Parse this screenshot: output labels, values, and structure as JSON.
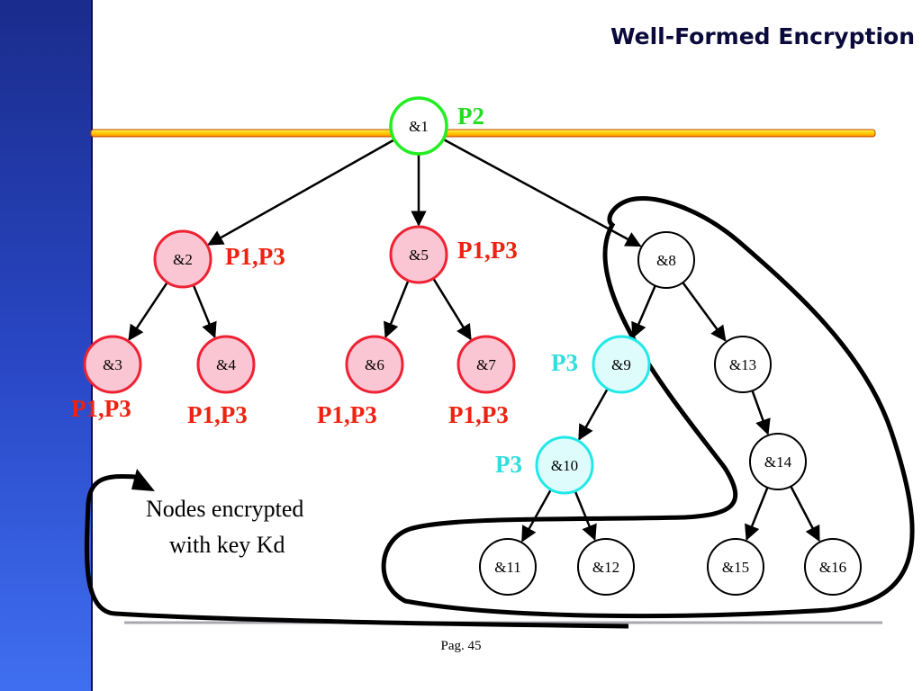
{
  "slide": {
    "title": "Well-Formed Encryption",
    "footer": "Pag. 45"
  },
  "colors": {
    "sidebar": "#2a49c8",
    "p2_label": "#22dd22",
    "p1p3_label": "#ee2211",
    "p3_label": "#33dddd",
    "red_node_fill": "#fbc6d4",
    "red_node_stroke": "#ee2233",
    "cyan_node_fill": "#dffcfc",
    "cyan_node_stroke": "#22e8e8",
    "green_node_stroke": "#22ee22"
  },
  "diagram": {
    "nodes": [
      {
        "id": "n1",
        "label": "&1",
        "style": "green"
      },
      {
        "id": "n2",
        "label": "&2",
        "style": "red"
      },
      {
        "id": "n3",
        "label": "&3",
        "style": "red"
      },
      {
        "id": "n4",
        "label": "&4",
        "style": "red"
      },
      {
        "id": "n5",
        "label": "&5",
        "style": "red"
      },
      {
        "id": "n6",
        "label": "&6",
        "style": "red"
      },
      {
        "id": "n7",
        "label": "&7",
        "style": "red"
      },
      {
        "id": "n8",
        "label": "&8",
        "style": "plain"
      },
      {
        "id": "n9",
        "label": "&9",
        "style": "cyan"
      },
      {
        "id": "n10",
        "label": "&10",
        "style": "cyan"
      },
      {
        "id": "n11",
        "label": "&11",
        "style": "plain"
      },
      {
        "id": "n12",
        "label": "&12",
        "style": "plain"
      },
      {
        "id": "n13",
        "label": "&13",
        "style": "plain"
      },
      {
        "id": "n14",
        "label": "&14",
        "style": "plain"
      },
      {
        "id": "n15",
        "label": "&15",
        "style": "plain"
      },
      {
        "id": "n16",
        "label": "&16",
        "style": "plain"
      }
    ],
    "edges": [
      [
        "n1",
        "n2"
      ],
      [
        "n1",
        "n5"
      ],
      [
        "n1",
        "n8"
      ],
      [
        "n2",
        "n3"
      ],
      [
        "n2",
        "n4"
      ],
      [
        "n5",
        "n6"
      ],
      [
        "n5",
        "n7"
      ],
      [
        "n8",
        "n9"
      ],
      [
        "n8",
        "n13"
      ],
      [
        "n9",
        "n10"
      ],
      [
        "n10",
        "n11"
      ],
      [
        "n10",
        "n12"
      ],
      [
        "n13",
        "n14"
      ],
      [
        "n14",
        "n15"
      ],
      [
        "n14",
        "n16"
      ]
    ],
    "permission_labels": [
      {
        "id": "perm-n1",
        "text": "P2",
        "color_key": "p2_label"
      },
      {
        "id": "perm-n2",
        "text": "P1,P3",
        "color_key": "p1p3_label"
      },
      {
        "id": "perm-n5",
        "text": "P1,P3",
        "color_key": "p1p3_label"
      },
      {
        "id": "perm-n3",
        "text": "P1,P3",
        "color_key": "p1p3_label"
      },
      {
        "id": "perm-n4",
        "text": "P1,P3",
        "color_key": "p1p3_label"
      },
      {
        "id": "perm-n6",
        "text": "P1,P3",
        "color_key": "p1p3_label"
      },
      {
        "id": "perm-n7",
        "text": "P1,P3",
        "color_key": "p1p3_label"
      },
      {
        "id": "perm-n9",
        "text": "P3",
        "color_key": "p3_label"
      },
      {
        "id": "perm-n10",
        "text": "P3",
        "color_key": "p3_label"
      }
    ],
    "caption": {
      "line1": "Nodes encrypted",
      "line2": "with  key  Kd"
    }
  }
}
